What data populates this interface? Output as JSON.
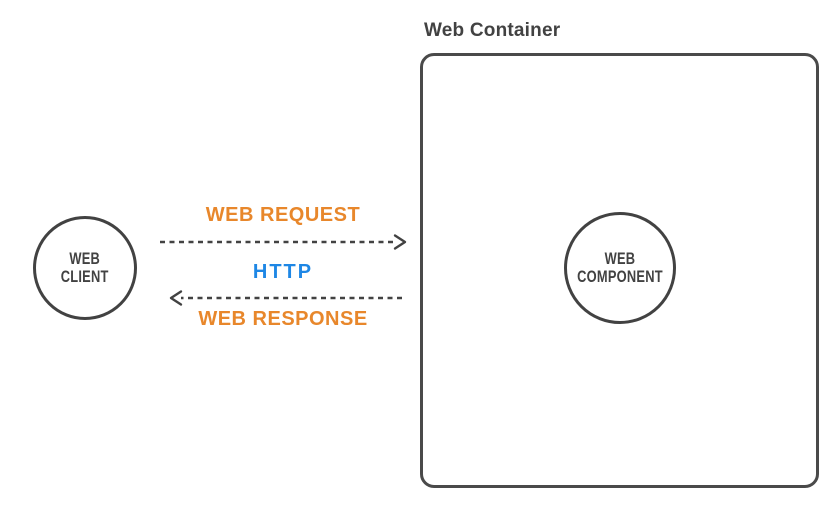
{
  "diagram": {
    "container": {
      "title": "Web Container"
    },
    "nodes": {
      "web_client": {
        "line1": "WEB",
        "line2": "CLIENT"
      },
      "web_component": {
        "line1": "WEB",
        "line2": "COMPONENT"
      }
    },
    "flows": {
      "request": {
        "label": "WEB REQUEST",
        "direction": "left-to-right"
      },
      "protocol": {
        "label": "HTTP"
      },
      "response": {
        "label": "WEB RESPONSE",
        "direction": "right-to-left"
      }
    },
    "colors": {
      "accent_orange": "#e8872b",
      "accent_blue": "#1e87e5",
      "stroke_gray": "#424242"
    }
  }
}
